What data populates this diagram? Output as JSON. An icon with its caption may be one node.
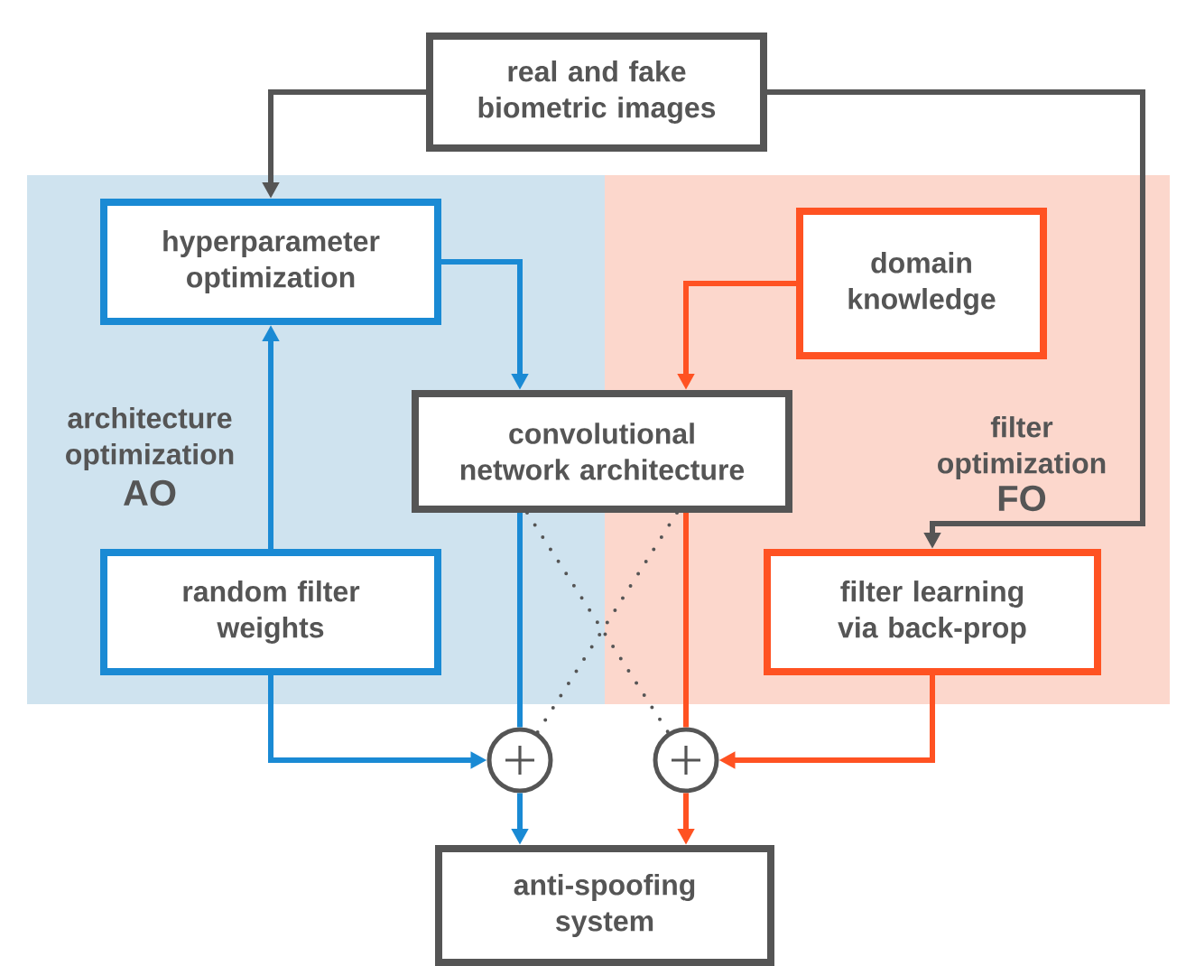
{
  "diagram": {
    "nodes": [
      {
        "text": [
          "architecture optimization",
          "AO"
        ]
      },
      {
        "text": [
          "filter optimization",
          "FO"
        ]
      },
      {
        "text": [
          "real and fake biometric images"
        ]
      },
      {
        "text": [
          "hyperparameter optimization"
        ],
        "in": 0
      },
      {
        "text": [
          "domain knowledge"
        ],
        "in": 1
      },
      {
        "text": [
          "convolutional network architecture"
        ]
      },
      {
        "text": [
          "random filter weights"
        ],
        "in": 0
      },
      {
        "text": [
          "filter learning via back-prop"
        ],
        "in": 1
      },
      {
        "text": [],
        "shape": "circle"
      },
      {
        "text": [],
        "shape": "circle"
      },
      {
        "text": [
          "anti-spoofing system"
        ]
      }
    ],
    "edges": [
      {
        "from": 2,
        "to": 3,
        "arrow": "to",
        "color": "#555555"
      },
      {
        "from": 2,
        "to": 7,
        "arrow": "to",
        "color": "#555555"
      },
      {
        "from": 3,
        "to": 5,
        "arrow": "to",
        "color": "#1a8ad4"
      },
      {
        "from": 6,
        "to": 3,
        "arrow": "to",
        "color": "#1a8ad4"
      },
      {
        "from": 6,
        "to": 8,
        "arrow": "to",
        "color": "#1a8ad4"
      },
      {
        "from": 5,
        "to": 8,
        "arrow": "none",
        "color": "#1a8ad4"
      },
      {
        "from": 5,
        "to": 8,
        "arrow": "none",
        "style": "dashed",
        "color": "#555555"
      },
      {
        "from": 5,
        "to": 9,
        "arrow": "none",
        "style": "dashed",
        "color": "#555555"
      },
      {
        "from": 5,
        "to": 9,
        "arrow": "none",
        "color": "#ff5222"
      },
      {
        "from": 4,
        "to": 5,
        "arrow": "to",
        "color": "#ff5222"
      },
      {
        "from": 7,
        "to": 9,
        "arrow": "to",
        "color": "#ff5222"
      },
      {
        "from": 8,
        "to": 10,
        "arrow": "to",
        "color": "#1a8ad4"
      },
      {
        "from": 9,
        "to": 10,
        "arrow": "to",
        "color": "#ff5222"
      }
    ]
  }
}
